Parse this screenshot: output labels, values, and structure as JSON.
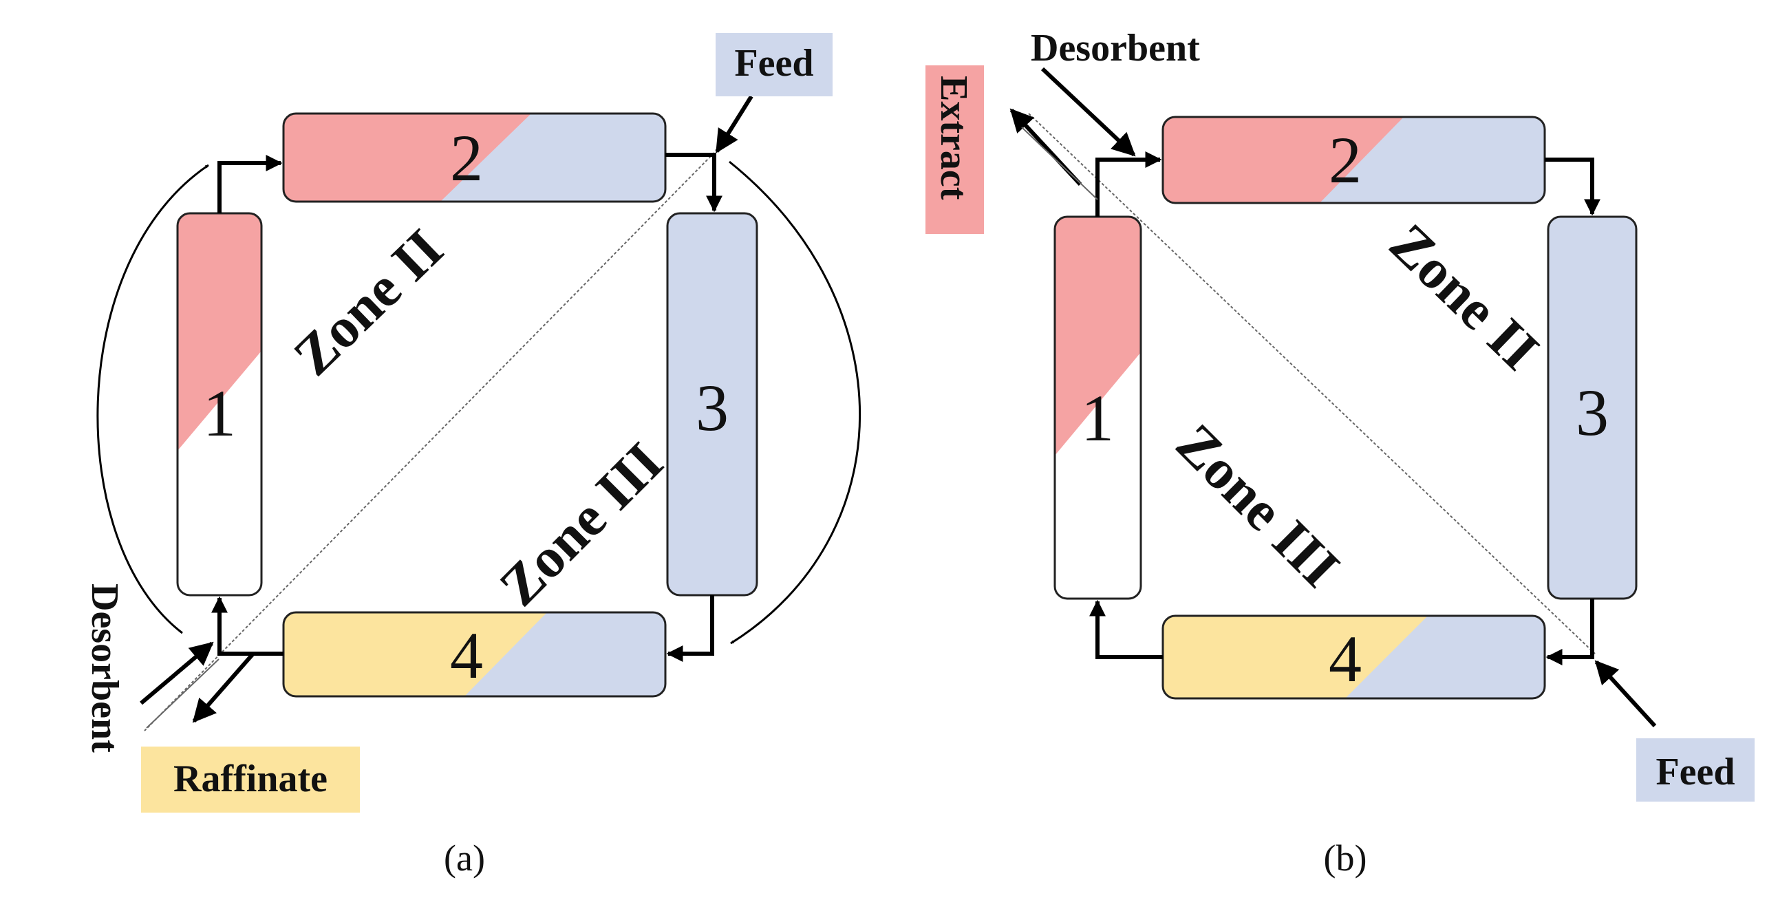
{
  "colors": {
    "red": "#f5a3a3",
    "blue": "#cfd8ec",
    "yellow": "#fce49e",
    "white": "#ffffff"
  },
  "panel_a": {
    "caption": "(a)",
    "columns": {
      "c1": "1",
      "c2": "2",
      "c3": "3",
      "c4": "4"
    },
    "zone_ii": "Zone II",
    "zone_iii": "Zone III",
    "feed": "Feed",
    "desorbent": "Desorbent",
    "raffinate": "Raffinate"
  },
  "panel_b": {
    "caption": "(b)",
    "columns": {
      "c1": "1",
      "c2": "2",
      "c3": "3",
      "c4": "4"
    },
    "zone_ii": "Zone II",
    "zone_iii": "Zone III",
    "feed": "Feed",
    "desorbent": "Desorbent",
    "extract": "Extract"
  }
}
